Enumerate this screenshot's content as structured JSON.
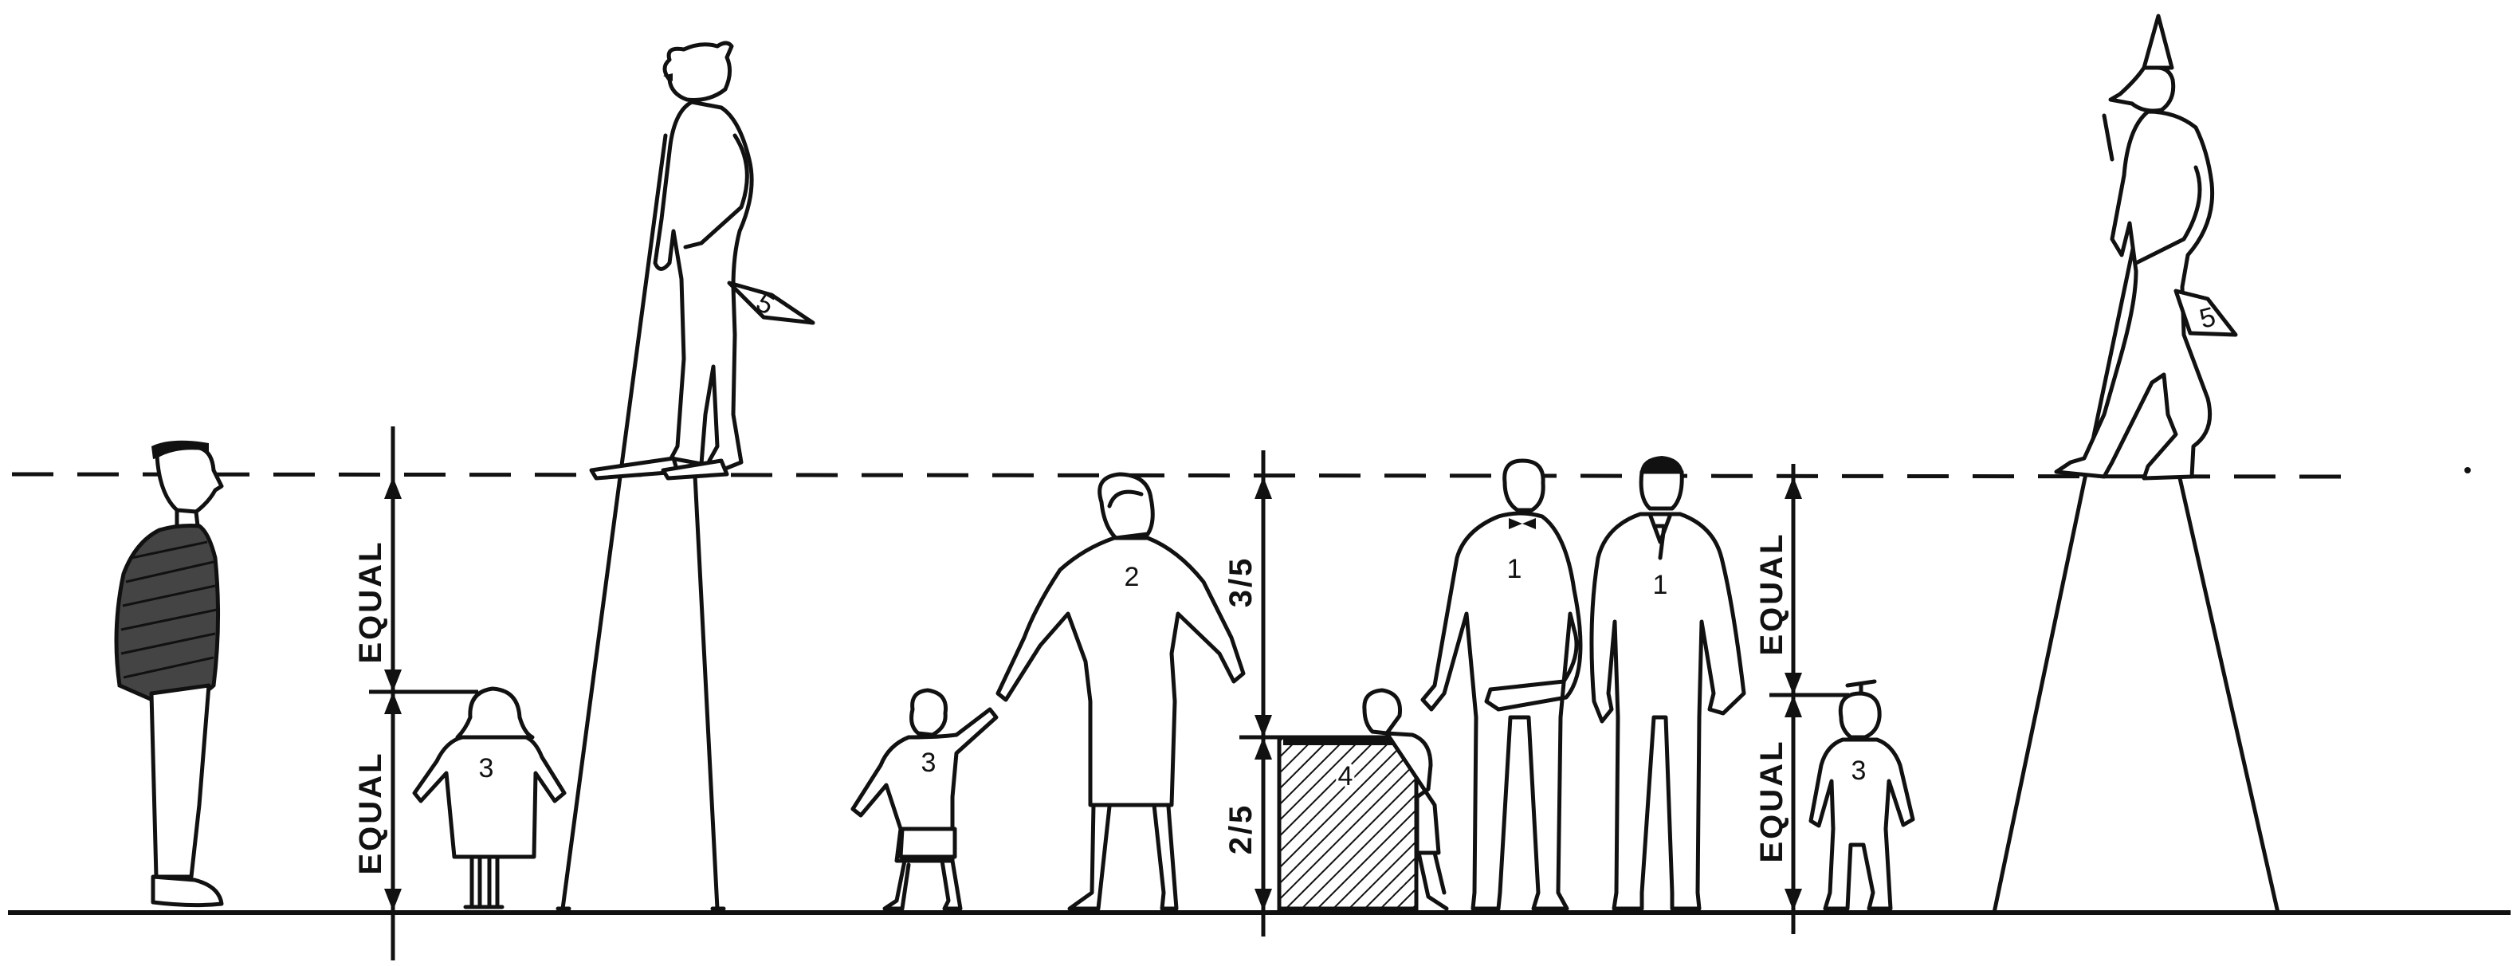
{
  "figures": {
    "man_couple_left": "1",
    "man_couple_right": "1",
    "woman": "2",
    "child_girl": "3",
    "child_boy_hand": "3",
    "child_boy_cap": "3",
    "box": "4",
    "stilt_bear_flag": "5",
    "stilt_bird_flag": "5"
  },
  "dimensions": {
    "left_upper": "EQUAL",
    "left_lower": "EQUAL",
    "middle_upper": "3/5",
    "middle_lower": "2/5",
    "right_upper": "EQUAL",
    "right_lower": "EQUAL"
  }
}
